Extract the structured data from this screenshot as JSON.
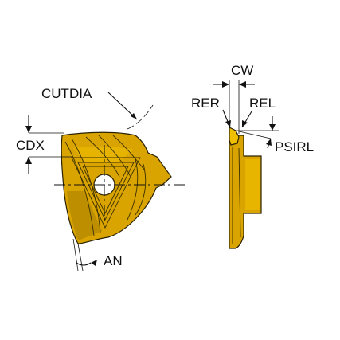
{
  "labels": {
    "cutdia": "CUTDIA",
    "cdx": "CDX",
    "an": "AN",
    "cw": "CW",
    "rer": "RER",
    "rel": "REL",
    "psirl": "PSIRL"
  },
  "colors": {
    "insert_fill": "#d9a400",
    "insert_highlight": "#f0c000",
    "insert_dark": "#8a6b00",
    "line": "#111111",
    "background": "#ffffff"
  }
}
